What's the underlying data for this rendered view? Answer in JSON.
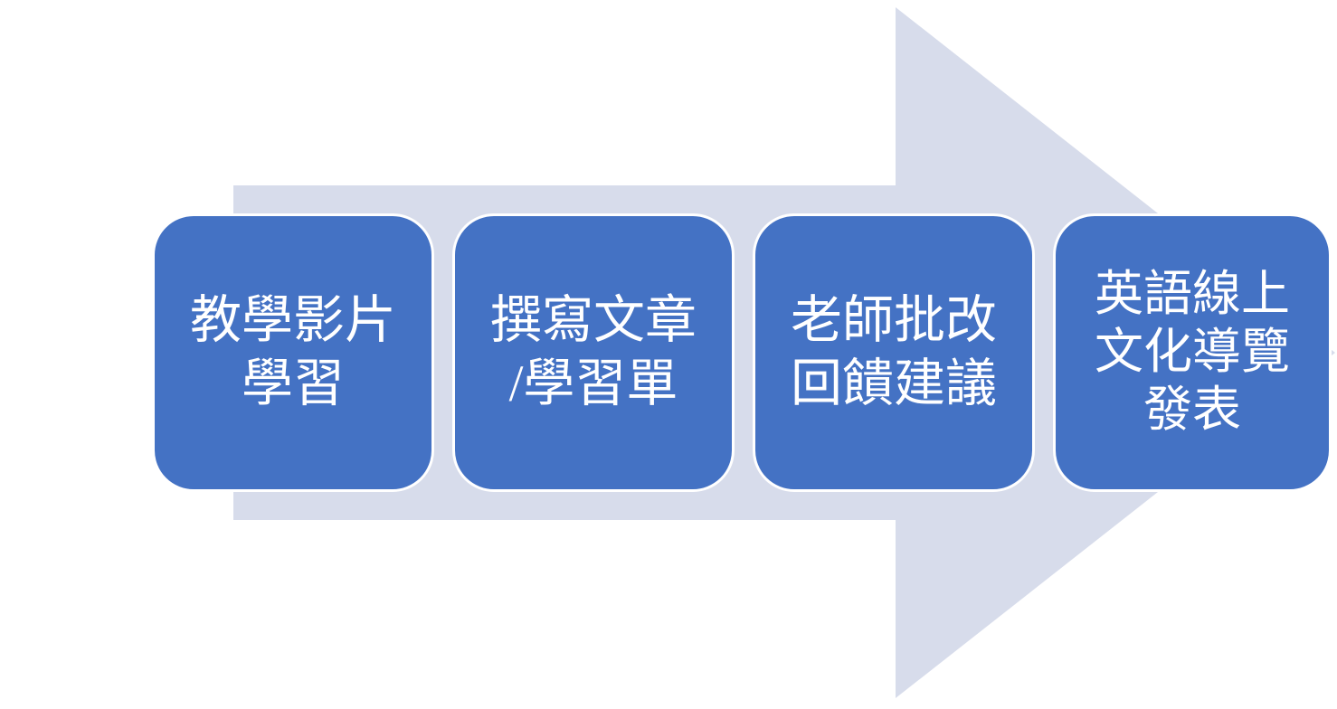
{
  "diagram": {
    "type": "process-arrow",
    "direction": "right",
    "colors": {
      "step_fill": "#4472C4",
      "step_border": "#FFFFFF",
      "arrow_fill": "#D7DCEB",
      "text": "#FFFFFF",
      "background": "#FFFFFF"
    },
    "steps": [
      {
        "label": "教學影片學習",
        "lines": [
          "教學影片",
          "學習"
        ]
      },
      {
        "label": "撰寫文章/學習單",
        "lines": [
          "撰寫文章",
          "/學習單"
        ]
      },
      {
        "label": "老師批改回饋建議",
        "lines": [
          "老師批改",
          "回饋建議"
        ]
      },
      {
        "label": "英語線上文化導覽發表",
        "lines": [
          "英語線上",
          "文化導覽",
          "發表"
        ]
      }
    ]
  }
}
